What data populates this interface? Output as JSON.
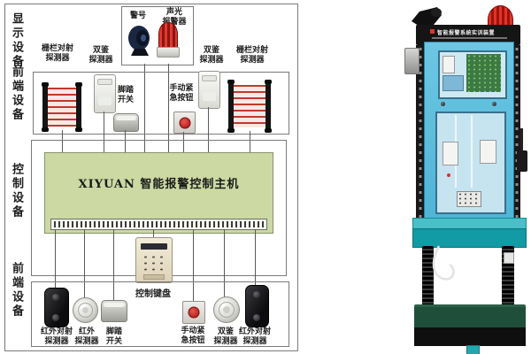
{
  "diagram": {
    "side_labels": [
      "显示设备",
      "前端设备",
      "控制设备",
      "前端设备"
    ],
    "alarm_box": {
      "siren": "警号",
      "strobe": "声光\n报警器"
    },
    "row1_labels": {
      "fence_left": "栅栏对射\n探测器",
      "dual_left": "双鉴\n探测器",
      "foot": "脚踏\n开关",
      "panic": "手动紧\n急按钮",
      "dual_right": "双鉴\n探测器",
      "fence_right": "栅栏对射\n探测器"
    },
    "host_title": "XIYUAN 智能报警控制主机",
    "keypad_label": "控制键盘",
    "row2_labels": {
      "ir_beam_left": "红外对射\n探测器",
      "ir": "红外\n探测器",
      "foot": "脚踏\n开关",
      "panic": "手动紧\n急按钮",
      "dual": "双鉴\n探测器",
      "ir_beam_right": "红外对射\n探测器"
    }
  },
  "photo": {
    "title": "智能报警系统实训装置"
  },
  "colors": {
    "host_bg": "#ccd9a3",
    "beam_red": "#c0392b",
    "beacon_red": "#c3242a",
    "cabinet_blue": "#5bbfdf",
    "shelf_teal": "#129aa5",
    "table_green": "#1f4f3a"
  }
}
